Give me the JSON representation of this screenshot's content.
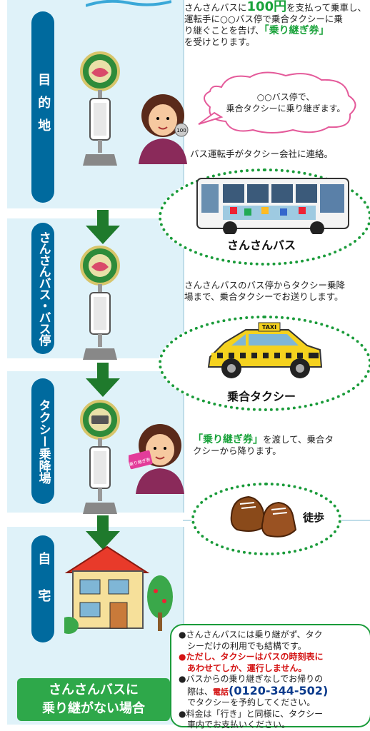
{
  "labels": {
    "destination": "目的地",
    "bus_stop": "さんさんバス・バス停",
    "taxi_stop": "タクシー乗降場",
    "home": "自宅"
  },
  "step1": {
    "line1a": "さんさんバスに",
    "fare": "100円",
    "line1b": "を支払って乗車し、",
    "line2": "運転手に○○バス停で乗合タクシーに乗",
    "line3a": "り継ぐことを告げ、",
    "ticket": "「乗り継ぎ券」",
    "line4": "を受けとります。"
  },
  "bubble": {
    "line1": "○○バス停で、",
    "line2": "乗合タクシーに乗り継ぎます。"
  },
  "coin": "100",
  "contact_text": "バス運転手がタクシー会社に連絡。",
  "bus_label": "さんさんバス",
  "step2": {
    "line1": "さんさんバスのバス停からタクシー乗降",
    "line2": "場まで、乗合タクシーでお送りします。"
  },
  "taxi_label": "乗合タクシー",
  "taxi_sign": "TAXI",
  "step3": {
    "ticket": "「乗り継ぎ券」",
    "line1b": "を渡して、乗合タ",
    "line2": "クシーから降ります。"
  },
  "card_text": "乗り継ぎ券",
  "walk_label": "徒歩",
  "notes": {
    "n1": "●さんさんバスには乗り継がず、タク",
    "n1b": "シーだけの利用でも結構です。",
    "n2": "●ただし、タクシーはバスの時刻表に",
    "n2b": "あわせてしか、運行しません。",
    "n3": "●バスからの乗り継ぎなしでお帰りの",
    "n3b_pre": "際は、",
    "tel_label": "電話",
    "tel_number": "(0120-344-502)",
    "n3c": "でタクシーを予約してください。",
    "n4": "●料金は「行き」と同様に、タクシー",
    "n4b": "車内でお支払いください。"
  },
  "no_transfer_box": {
    "line1": "さんさんバスに",
    "line2": "乗り継がない場合"
  },
  "colors": {
    "panel": "#dff2f9",
    "label": "#006a9e",
    "green": "#19a23a",
    "arrow": "#1f7a2c"
  }
}
